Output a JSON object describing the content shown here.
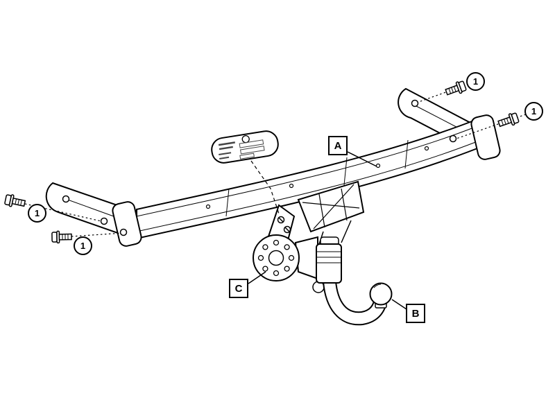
{
  "figure": {
    "background_color": "#ffffff",
    "line_color": "#000000",
    "callouts": {
      "fastener": "1",
      "crossbar": "A",
      "towball": "B",
      "mounting_plate": "C"
    }
  }
}
